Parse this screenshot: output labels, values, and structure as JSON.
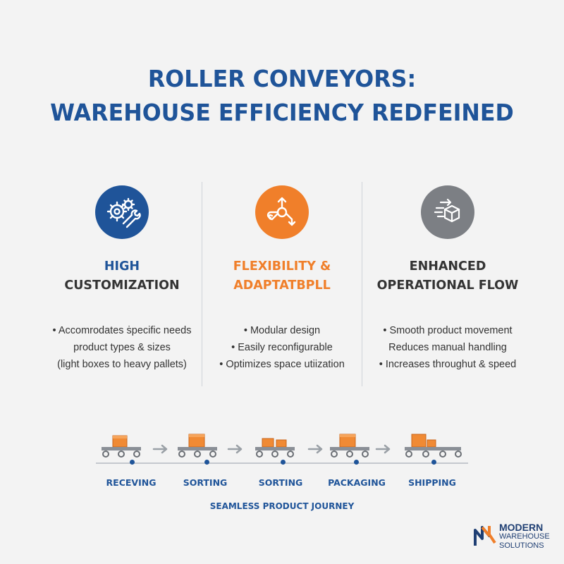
{
  "title": {
    "line1": "ROLLER CONVEYORS:",
    "line2": "WAREHOUSE EFFICIENCY REDFEINED"
  },
  "columns": [
    {
      "icon": "gear-wrench-icon",
      "color": "#1f5499",
      "heading_line1": "HIGH",
      "heading_line2": "CUSTOMIZATION",
      "bullets": [
        "• Accomrodates ṡpecific needs",
        "product types & sizes",
        "(light boxes to heavy pallets)"
      ]
    },
    {
      "icon": "flexibility-arrows-icon",
      "color": "#f07f2a",
      "heading_line1": "FLEXIBILITY &",
      "heading_line2": "ADAPTATBPLL",
      "bullets": [
        "• Modular design",
        "• Easily reconfigurable",
        "• Optimizes space utiization"
      ]
    },
    {
      "icon": "moving-box-icon",
      "color": "#7c7f84",
      "heading_line1": "ENHANCED",
      "heading_line2": "OPERATIONAL FLOW",
      "bullets": [
        "• Smooth product movement",
        "Reduces manual handling",
        "• Increases throughut & speed"
      ]
    }
  ],
  "flow": {
    "stages": [
      "RECEVING",
      "SORTING",
      "SORTING",
      "PACKAGING",
      "SHIPPING"
    ],
    "caption": "SEAMLESS PRODUCT JOURNEY"
  },
  "logo": {
    "name": "MODERN",
    "line2": "WAREHOUSE",
    "line3": "SOLUTIONS"
  },
  "colors": {
    "primary_blue": "#1f5499",
    "accent_orange": "#f07f2a",
    "gray": "#7c7f84"
  }
}
